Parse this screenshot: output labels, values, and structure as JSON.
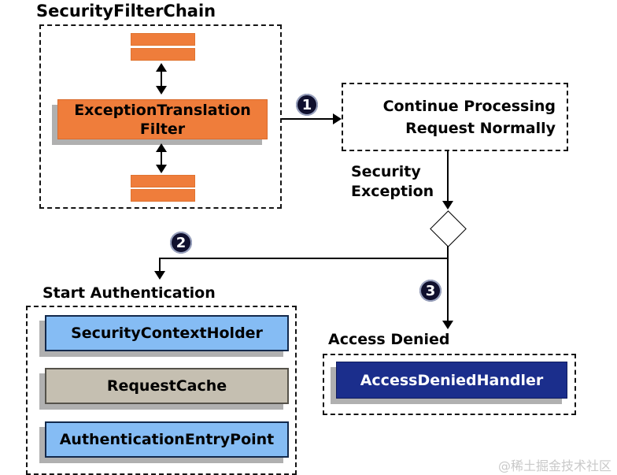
{
  "title": "SecurityFilterChain",
  "filter_box": {
    "line1": "ExceptionTranslation",
    "line2": "Filter"
  },
  "step_badges": {
    "step1": "1",
    "step2": "2",
    "step3": "3"
  },
  "continue_box": {
    "line1": "Continue Processing",
    "line2": "Request Normally"
  },
  "exception_label": {
    "line1": "Security",
    "line2": "Exception"
  },
  "start_authentication": {
    "title": "Start Authentication",
    "boxes": [
      {
        "label": "SecurityContextHolder"
      },
      {
        "label": "RequestCache"
      },
      {
        "label": "AuthenticationEntryPoint"
      }
    ]
  },
  "access_denied": {
    "title": "Access Denied",
    "handler": "AccessDeniedHandler"
  },
  "watermark": "@稀土掘金技术社区",
  "colors": {
    "filter_orange": "#EF7D3B",
    "light_blue": "#85BCF4",
    "cache_gray": "#C5BFB1",
    "handler_navy": "#1B2E8C",
    "shadow_gray": "#B0B0B0",
    "badge_black": "#10102E",
    "watermark_gray": "#C9C9C9"
  }
}
